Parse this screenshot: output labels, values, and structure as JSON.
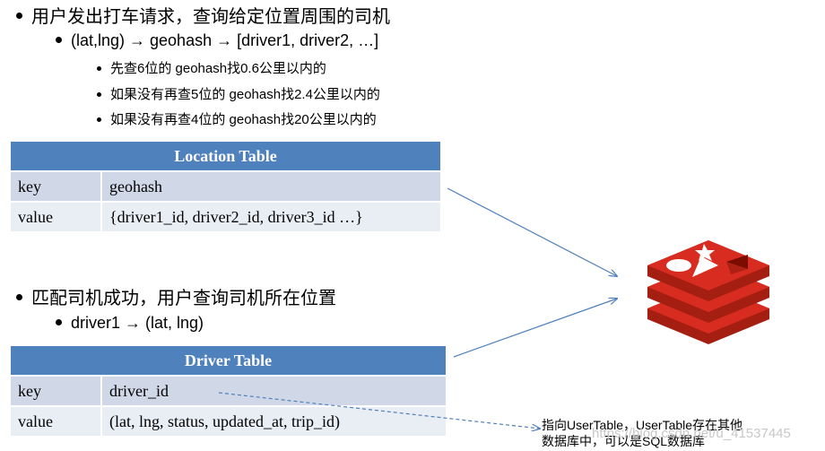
{
  "bullets": {
    "b1": "用户发出打车请求，查询给定位置周围的司机",
    "b1_sub": "(lat,lng) → geohash → [driver1, driver2, …]",
    "b1_items": [
      "先查6位的 geohash找0.6公里以内的",
      "如果没有再查5位的 geohash找2.4公里以内的",
      "如果没有再查4位的 geohash找20公里以内的"
    ],
    "b2": "匹配司机成功，用户查询司机所在位置",
    "b2_sub": "driver1 → (lat, lng)"
  },
  "location_table": {
    "title": "Location Table",
    "rows": [
      {
        "key": "key",
        "val": "geohash"
      },
      {
        "key": "value",
        "val": "{driver1_id, driver2_id, driver3_id …}"
      }
    ]
  },
  "driver_table": {
    "title": "Driver Table",
    "rows": [
      {
        "key": "key",
        "val": "driver_id"
      },
      {
        "key": "value",
        "val": "(lat, lng, status, updated_at, trip_id)"
      }
    ]
  },
  "note": {
    "line1": "指向UserTable，UserTable存在其他",
    "line2": "数据库中，可以是SQL数据库"
  },
  "watermark": "https://blog.csdn.net/u_41537445",
  "colors": {
    "table_header": "#4f81bd",
    "row_odd": "#d0d8e8",
    "row_even": "#e9edf4",
    "arrow": "#4f81bd",
    "redis_red": "#d82c20"
  },
  "icons": [
    "bullet-dot",
    "redis-logo"
  ]
}
